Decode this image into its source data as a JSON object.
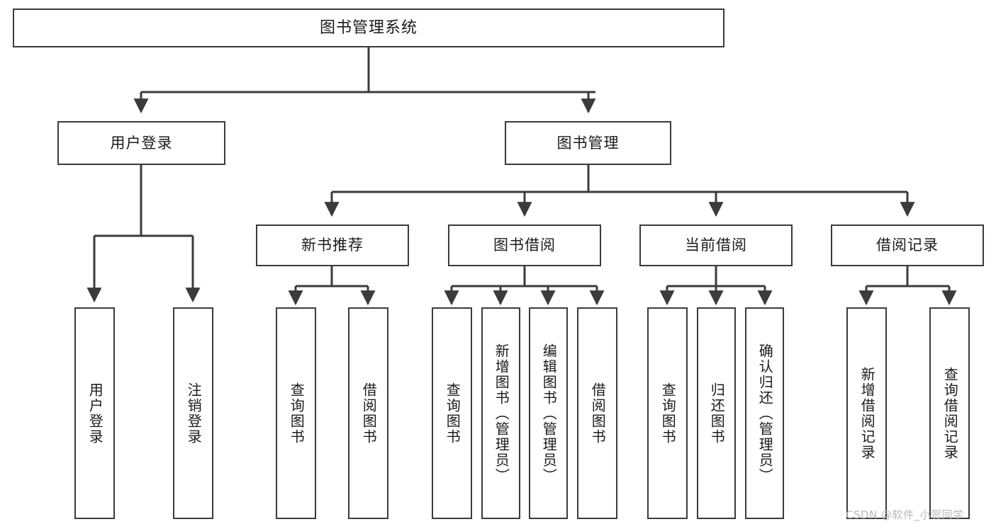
{
  "diagram": {
    "title": "图书管理系统",
    "type": "tree",
    "root": {
      "id": "root",
      "label": "图书管理系统",
      "orientation": "horizontal"
    },
    "level2": [
      {
        "id": "user-login",
        "label": "用户登录",
        "orientation": "horizontal"
      },
      {
        "id": "book-management",
        "label": "图书管理",
        "orientation": "horizontal"
      }
    ],
    "level3": [
      {
        "id": "new-book-recommend",
        "label": "新书推荐",
        "parent": "book-management",
        "orientation": "horizontal"
      },
      {
        "id": "book-borrow",
        "label": "图书借阅",
        "parent": "book-management",
        "orientation": "horizontal"
      },
      {
        "id": "current-borrow",
        "label": "当前借阅",
        "parent": "book-management",
        "orientation": "horizontal"
      },
      {
        "id": "borrow-record",
        "label": "借阅记录",
        "parent": "book-management",
        "orientation": "horizontal"
      }
    ],
    "leaves": [
      {
        "id": "leaf-user-login",
        "label": "用户登录",
        "parent": "user-login",
        "orientation": "vertical"
      },
      {
        "id": "leaf-user-logout",
        "label": "注销登录",
        "parent": "user-login",
        "orientation": "vertical"
      },
      {
        "id": "leaf-query-book-1",
        "label": "查询图书",
        "parent": "new-book-recommend",
        "orientation": "vertical"
      },
      {
        "id": "leaf-borrow-book-1",
        "label": "借阅图书",
        "parent": "new-book-recommend",
        "orientation": "vertical"
      },
      {
        "id": "leaf-query-book-2",
        "label": "查询图书",
        "parent": "book-borrow",
        "orientation": "vertical"
      },
      {
        "id": "leaf-add-book",
        "label": "新增图书（管理员）",
        "parent": "book-borrow",
        "orientation": "vertical"
      },
      {
        "id": "leaf-edit-book",
        "label": "编辑图书（管理员）",
        "parent": "book-borrow",
        "orientation": "vertical"
      },
      {
        "id": "leaf-borrow-book-2",
        "label": "借阅图书",
        "parent": "book-borrow",
        "orientation": "vertical"
      },
      {
        "id": "leaf-query-book-3",
        "label": "查询图书",
        "parent": "current-borrow",
        "orientation": "vertical"
      },
      {
        "id": "leaf-return-book",
        "label": "归还图书",
        "parent": "current-borrow",
        "orientation": "vertical"
      },
      {
        "id": "leaf-confirm-return",
        "label": "确认归还（管理员）",
        "parent": "current-borrow",
        "orientation": "vertical"
      },
      {
        "id": "leaf-add-record",
        "label": "新增借阅记录",
        "parent": "borrow-record",
        "orientation": "vertical"
      },
      {
        "id": "leaf-query-record",
        "label": "查询借阅记录",
        "parent": "borrow-record",
        "orientation": "vertical"
      }
    ],
    "watermark": "CSDN @软件_小贺同学",
    "colors": {
      "border": "#3b3b3b",
      "fill": "#ffffff",
      "text": "#1b1b1b",
      "edge": "#3b3b3b",
      "watermark": "#b9b9b9",
      "background": "#ffffff"
    }
  }
}
